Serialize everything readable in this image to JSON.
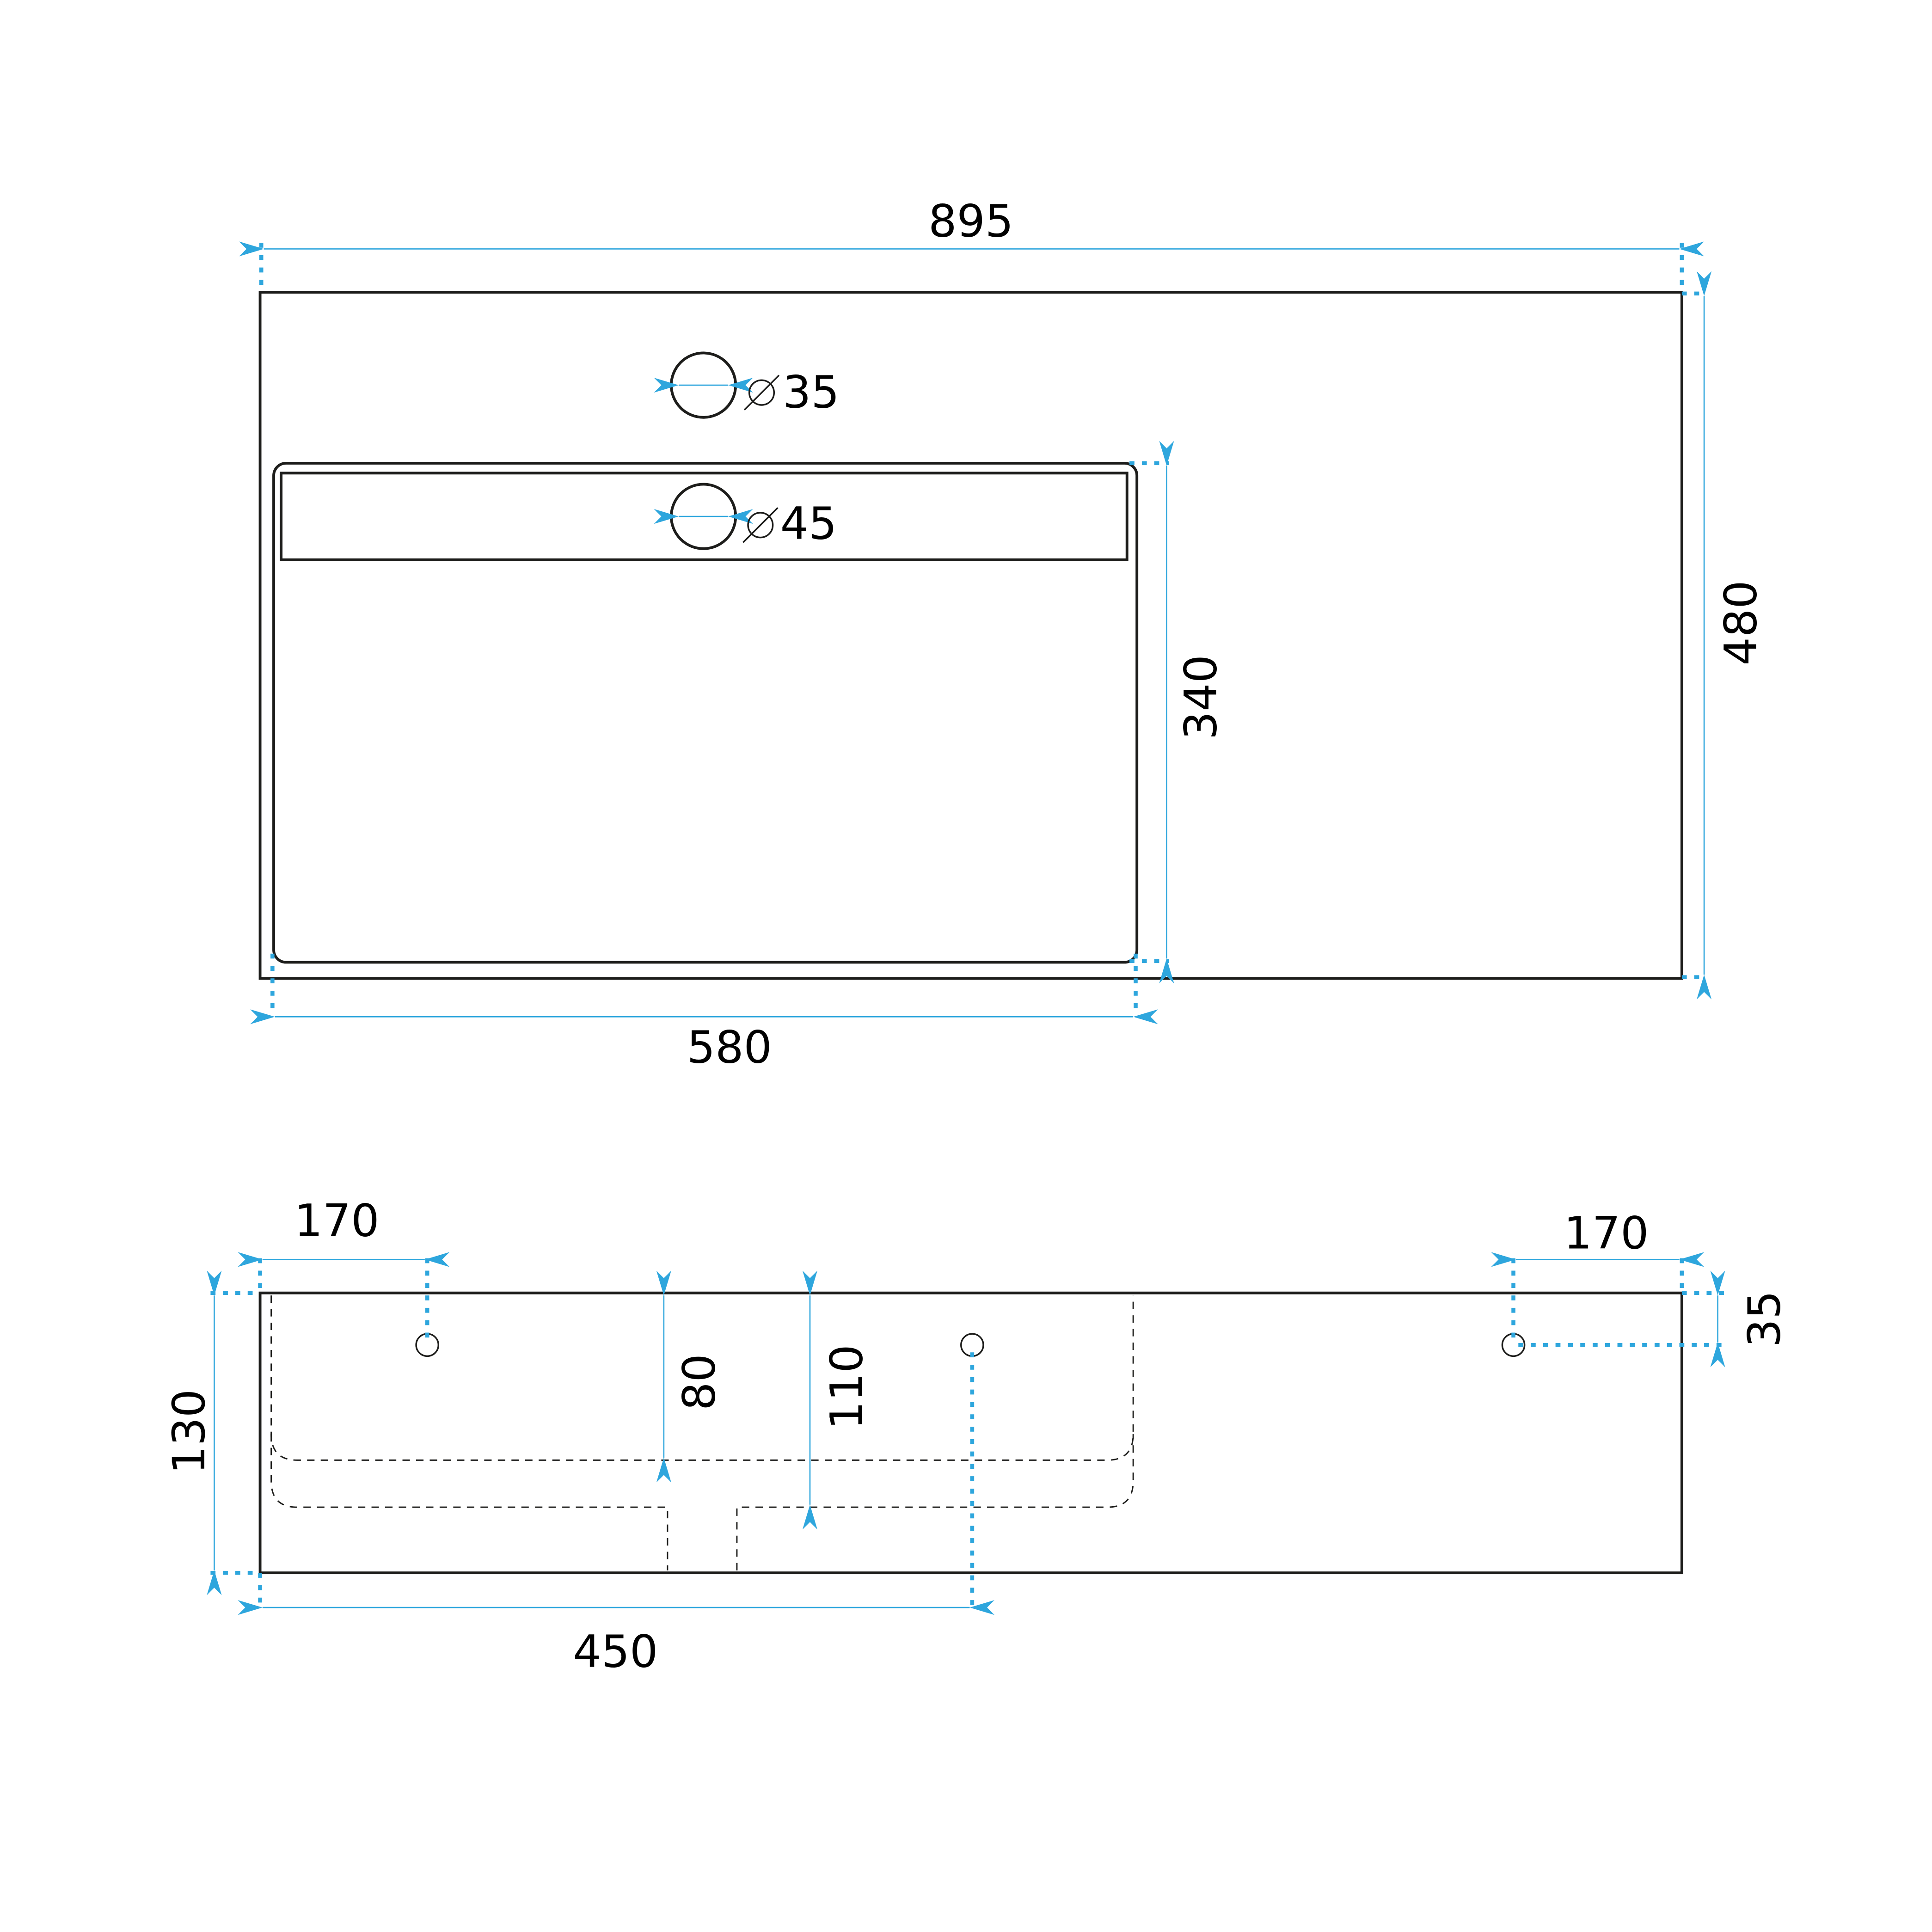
{
  "drawing": {
    "units": "mm",
    "accent_color": "#2ea6dd",
    "line_color": "#1d1d1b",
    "top_view": {
      "overall_width": "895",
      "overall_depth": "480",
      "basin_width": "580",
      "basin_depth": "340",
      "tap_hole_diameter_symbol": "⌀",
      "tap_hole_diameter": "35",
      "overflow_hole_diameter": "45"
    },
    "front_view": {
      "overall_height": "130",
      "left_hole_offset": "170",
      "right_hole_offset": "170",
      "right_hole_height": "35",
      "inner_depth_1": "80",
      "inner_depth_2": "110",
      "drain_offset": "450"
    }
  }
}
